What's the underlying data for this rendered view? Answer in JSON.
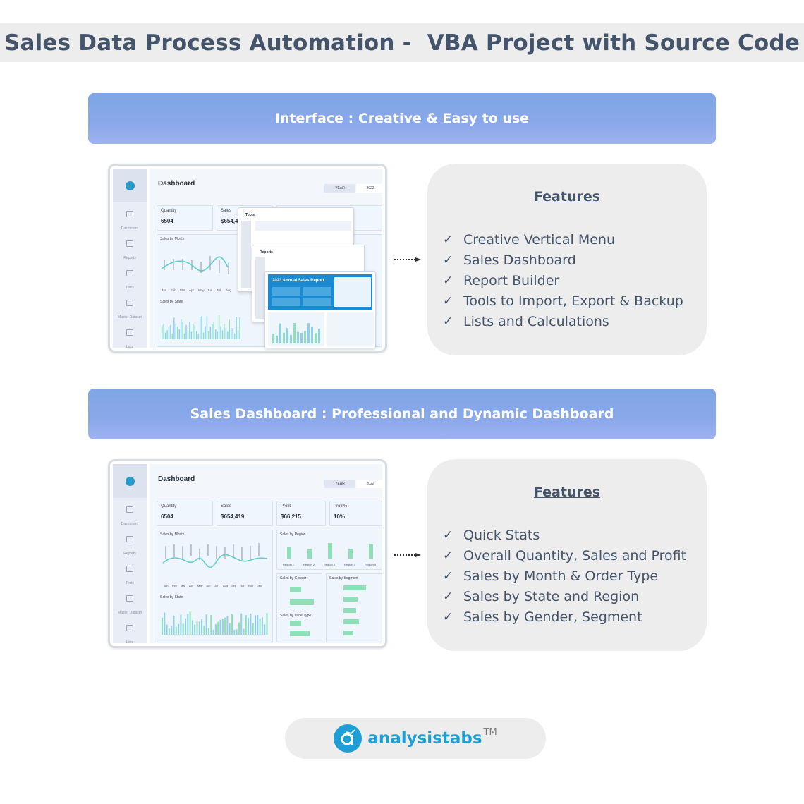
{
  "title": "Sales Data Process Automation -  VBA Project with Source Code",
  "sections": [
    {
      "banner": "Interface : Creative & Easy to use",
      "screenshot": {
        "dashboard_title": "Dashboard",
        "year_label": "YEAR",
        "year_value": "2022",
        "menu": [
          "Dashboard",
          "Reports",
          "Tools",
          "Master Dataset",
          "Lists"
        ],
        "stats": [
          {
            "label": "Quantity",
            "value": "6504"
          },
          {
            "label": "Sales",
            "value": "$654,4"
          }
        ],
        "panels": [
          "Sales by Month",
          "Sales by State"
        ],
        "months": [
          "Jan",
          "Feb",
          "Mar",
          "Apr",
          "May",
          "Jun",
          "Jul",
          "Aug"
        ],
        "overlays": [
          "Tools",
          "Reports",
          "2023 Annual Sales Report"
        ]
      },
      "features_heading": "Features",
      "features": [
        "Creative Vertical Menu",
        "Sales Dashboard",
        "Report Builder",
        "Tools to Import, Export & Backup",
        "Lists and Calculations"
      ]
    },
    {
      "banner": "Sales Dashboard : Professional and Dynamic Dashboard",
      "screenshot": {
        "dashboard_title": "Dashboard",
        "year_label": "YEAR",
        "year_value": "2022",
        "menu": [
          "Dashboard",
          "Reports",
          "Tools",
          "Master Dataset",
          "Lists"
        ],
        "stats": [
          {
            "label": "Quantity",
            "value": "6504"
          },
          {
            "label": "Sales",
            "value": "$654,419"
          },
          {
            "label": "Profit",
            "value": "$66,215"
          },
          {
            "label": "Profit%",
            "value": "10%"
          }
        ],
        "panels": [
          "Sales by Month",
          "Sales by Region",
          "Sales by State",
          "Sales by Gender",
          "Sales by Segment",
          "Sales by OrderType"
        ],
        "months": [
          "Jan",
          "Feb",
          "Mar",
          "Apr",
          "May",
          "Jun",
          "Jul",
          "Aug",
          "Sep",
          "Oct",
          "Nov",
          "Dec"
        ],
        "regions": [
          "Region 1",
          "Region 2",
          "Region 3",
          "Region 4",
          "Region 5"
        ]
      },
      "features_heading": "Features",
      "features": [
        "Quick Stats",
        "Overall Quantity, Sales and Profit",
        "Sales by Month & Order Type",
        "Sales by State and Region",
        "Sales by Gender, Segment"
      ]
    }
  ],
  "brand": {
    "name": "analysistabs",
    "trademark": "TM",
    "color": "#1d9fd5"
  },
  "colors": {
    "heading": "#44546a",
    "banner": "#8aa8ea",
    "panel_bg": "#ededed"
  }
}
